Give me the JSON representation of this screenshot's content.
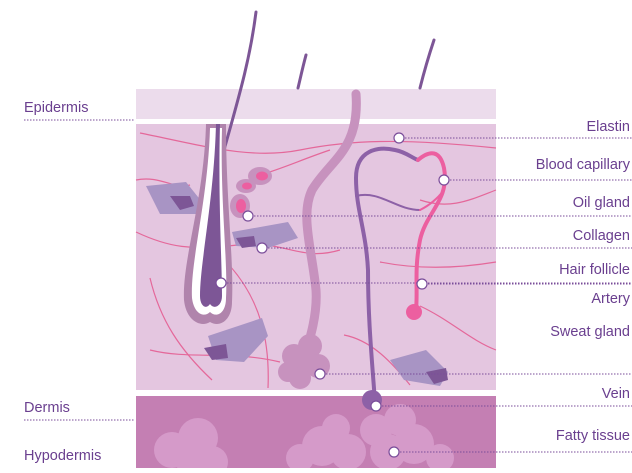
{
  "layers": [
    {
      "id": "epidermis",
      "label": "Epidermis"
    },
    {
      "id": "dermis",
      "label": "Dermis"
    },
    {
      "id": "hypodermis",
      "label": "Hypodermis"
    }
  ],
  "structures": [
    {
      "id": "elastin",
      "label": "Elastin"
    },
    {
      "id": "blood-capillary",
      "label": "Blood capillary"
    },
    {
      "id": "oil-gland",
      "label": "Oil gland"
    },
    {
      "id": "collagen",
      "label": "Collagen"
    },
    {
      "id": "hair-follicle",
      "label": "Hair follicle"
    },
    {
      "id": "artery",
      "label": "Artery"
    },
    {
      "id": "sweat-gland",
      "label": "Sweat gland"
    },
    {
      "id": "vein",
      "label": "Vein"
    },
    {
      "id": "fatty-tissue",
      "label": "Fatty tissue"
    }
  ],
  "colors": {
    "epidermis": "#ecdcec",
    "dermis": "#e4c6e0",
    "hypodermis": "#c47fb3",
    "fat": "#d59ac9",
    "hair": "#7d5696",
    "follicle": "#b084ac",
    "capillary": "#ec5fa0",
    "vein": "#8d61a7",
    "sweat_gland": "#c792be",
    "collagen": "#a894c4",
    "elastin": "#e4689a",
    "leader": "#7a4d9a",
    "label_text": "#6a3f8f"
  }
}
